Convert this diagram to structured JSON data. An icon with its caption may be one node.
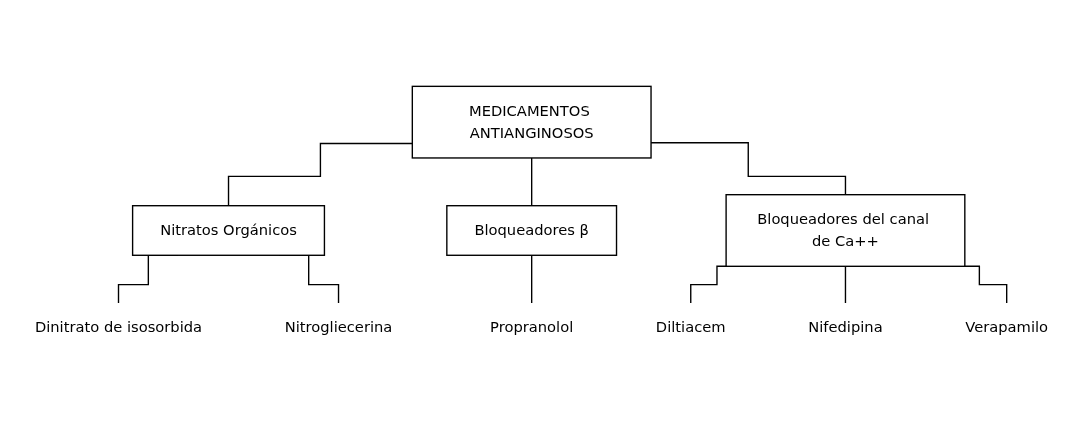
{
  "diagram": {
    "nodes": [
      {
        "text": [
          "MEDICAMENTOS ANTIANGINOSOS"
        ]
      },
      {
        "text": [
          "Nitratos Orgánicos"
        ]
      },
      {
        "text": [
          "Bloqueadores β"
        ]
      },
      {
        "text": [
          "Bloqueadores del canal de Ca++"
        ]
      },
      {
        "text": [
          "Dinitrato de isosorbida"
        ]
      },
      {
        "text": [
          "Nitrogliecerina"
        ]
      },
      {
        "text": [
          "Propranolol"
        ]
      },
      {
        "text": [
          "Diltiacem"
        ]
      },
      {
        "text": [
          "Nifedipina"
        ]
      },
      {
        "text": [
          "Verapamilo"
        ]
      }
    ],
    "edges": [
      {
        "from": 0,
        "to": 1,
        "arrow": "none"
      },
      {
        "from": 0,
        "to": 2,
        "arrow": "none"
      },
      {
        "from": 0,
        "to": 3,
        "arrow": "none"
      },
      {
        "from": 1,
        "to": 4,
        "arrow": "none"
      },
      {
        "from": 1,
        "to": 5,
        "arrow": "none"
      },
      {
        "from": 2,
        "to": 6,
        "arrow": "none"
      },
      {
        "from": 3,
        "to": 7,
        "arrow": "none"
      },
      {
        "from": 3,
        "to": 8,
        "arrow": "none"
      },
      {
        "from": 3,
        "to": 9,
        "arrow": "none"
      }
    ]
  }
}
